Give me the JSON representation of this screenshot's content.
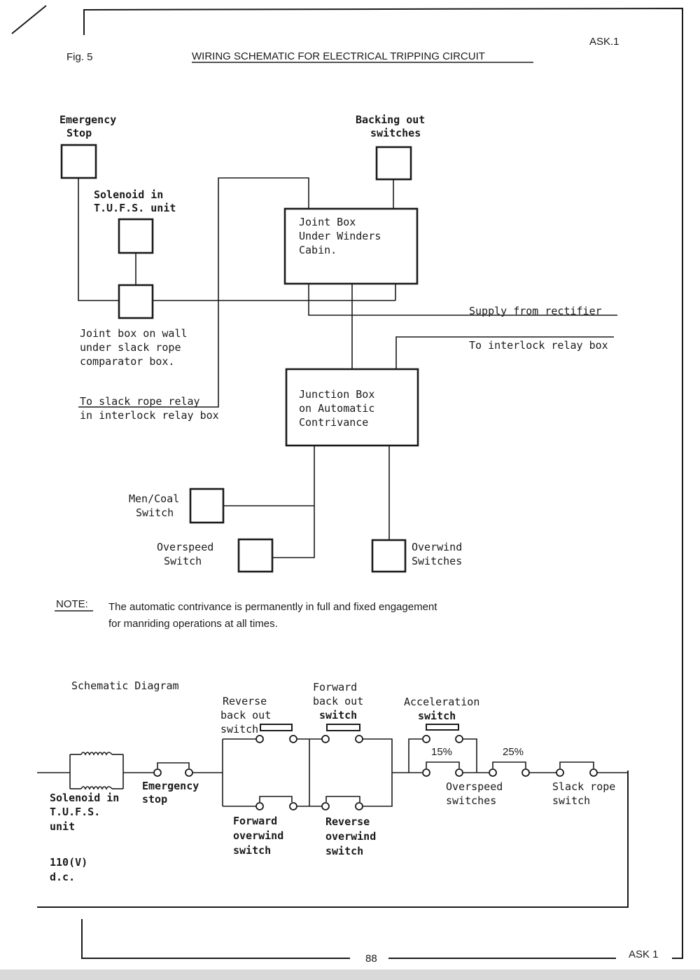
{
  "page": {
    "figure_label": "Fig. 5",
    "title": "WIRING SCHEMATIC FOR ELECTRICAL TRIPPING CIRCUIT",
    "ref_top": "ASK.1",
    "page_number": "88",
    "ref_bottom": "ASK 1"
  },
  "wiring": {
    "emergency_stop": [
      "Emergency",
      "Stop"
    ],
    "backing_out": [
      "Backing out",
      "switches"
    ],
    "solenoid": [
      "Solenoid in",
      "T.U.F.S. unit"
    ],
    "joint_box_cabin": [
      "Joint Box",
      "Under Winders",
      "Cabin."
    ],
    "joint_box_wall": [
      "Joint box on wall",
      "under slack rope",
      "comparator box."
    ],
    "supply": "Supply from rectifier",
    "interlock": "To interlock relay box",
    "slack_rope_relay": [
      "To slack rope relay",
      "in interlock relay box"
    ],
    "junction_box": [
      "Junction Box",
      "on Automatic",
      "Contrivance"
    ],
    "men_coal": [
      "Men/Coal",
      "Switch"
    ],
    "overspeed": [
      "Overspeed",
      "Switch"
    ],
    "overwind": [
      "Overwind",
      "Switches"
    ]
  },
  "note": {
    "label": "NOTE:",
    "lines": [
      "The automatic contrivance is permanently in full and fixed engagement",
      "for manriding operations at all times."
    ]
  },
  "schematic": {
    "title": "Schematic Diagram",
    "solenoid": [
      "Solenoid in",
      "T.U.F.S.",
      "unit"
    ],
    "supply": [
      "110(V)",
      "d.c."
    ],
    "emergency_stop": [
      "Emergency",
      "stop"
    ],
    "reverse_back_out": [
      "Reverse",
      "back out",
      "switch"
    ],
    "forward_back_out": [
      "Forward",
      "back out",
      "switch"
    ],
    "forward_overwind": [
      "Forward",
      "overwind",
      "switch"
    ],
    "reverse_overwind": [
      "Reverse",
      "overwind",
      "switch"
    ],
    "acceleration": [
      "Acceleration",
      "switch"
    ],
    "overspeed_15": "15%",
    "overspeed_25": "25%",
    "overspeed": [
      "Overspeed",
      "switches"
    ],
    "slack_rope": [
      "Slack rope",
      "switch"
    ]
  }
}
